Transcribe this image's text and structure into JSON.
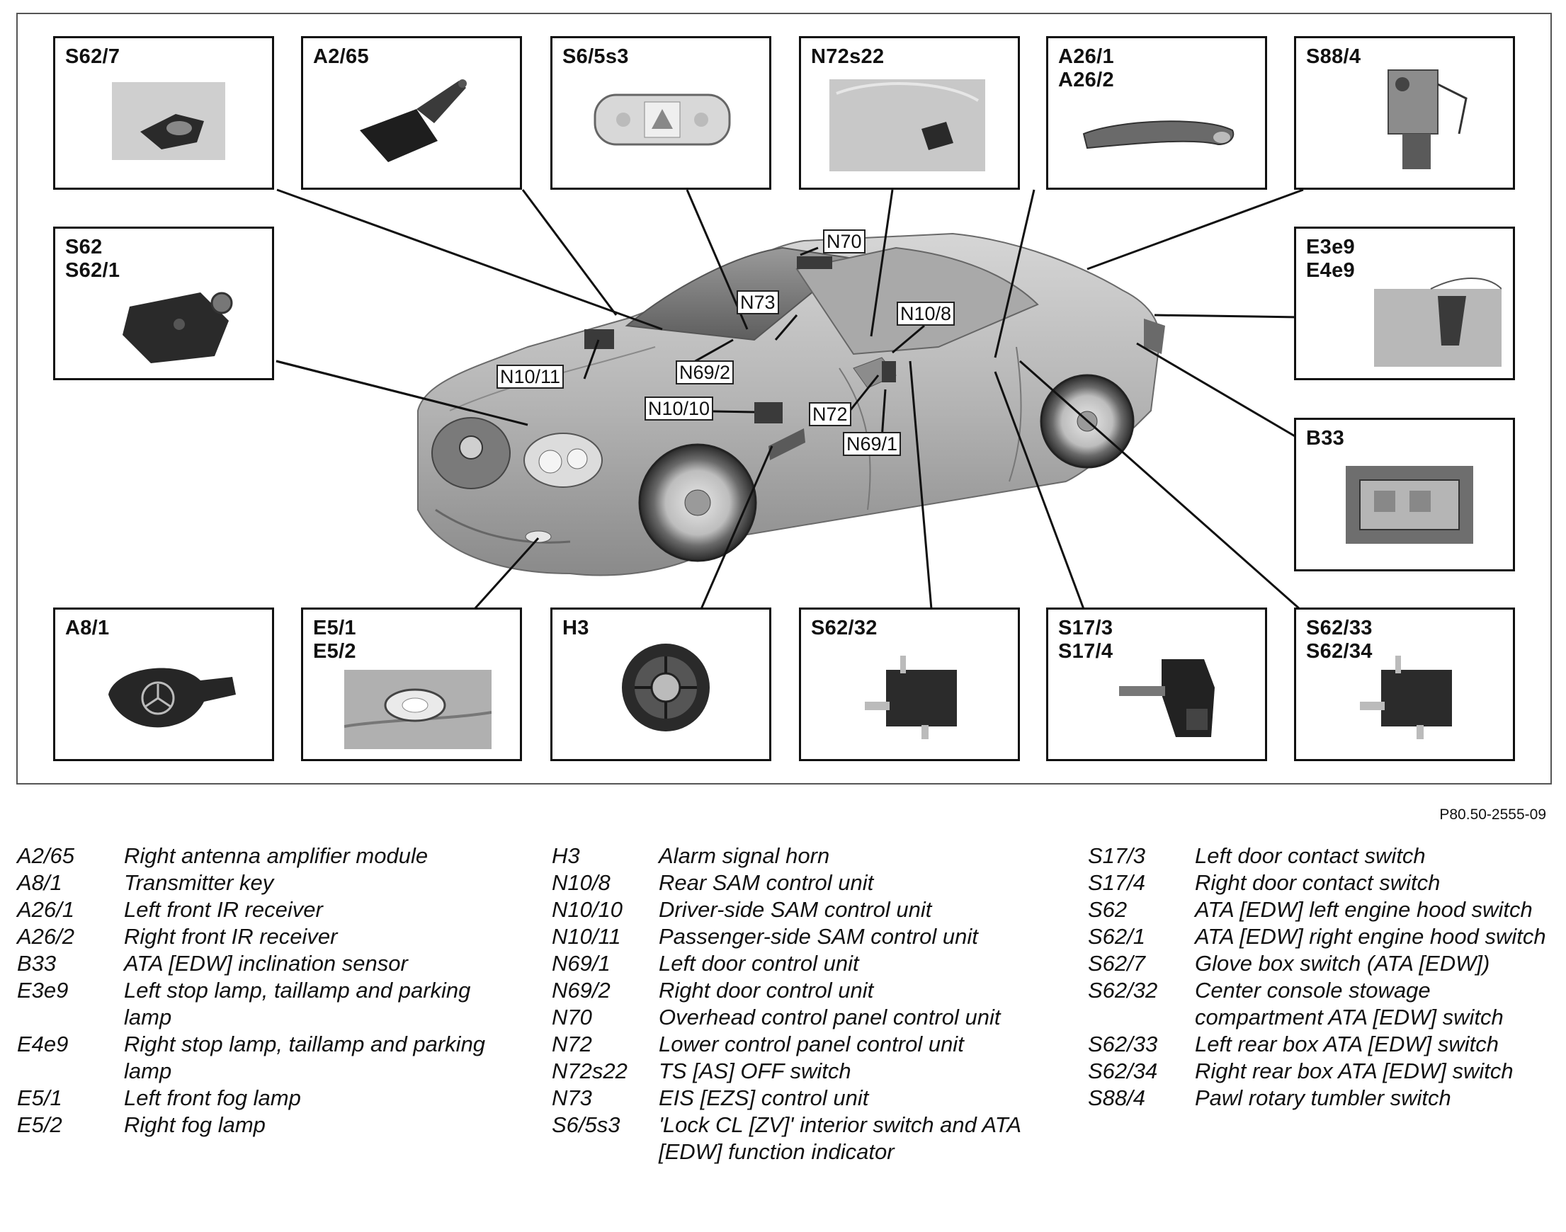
{
  "figure_ref": "P80.50-2555-09",
  "callout_boxes": [
    {
      "id": "S62/7",
      "label": "S62/7"
    },
    {
      "id": "A2/65",
      "label": "A2/65"
    },
    {
      "id": "S6/5s3",
      "label": "S6/5s3"
    },
    {
      "id": "N72s22",
      "label": "N72s22"
    },
    {
      "id": "A26",
      "label": "A26/1\nA26/2"
    },
    {
      "id": "S88/4",
      "label": "S88/4"
    },
    {
      "id": "S62",
      "label": "S62\nS62/1"
    },
    {
      "id": "E3e9",
      "label": "E3e9\nE4e9"
    },
    {
      "id": "B33",
      "label": "B33"
    },
    {
      "id": "A8/1",
      "label": "A8/1"
    },
    {
      "id": "E5",
      "label": "E5/1\nE5/2"
    },
    {
      "id": "H3",
      "label": "H3"
    },
    {
      "id": "S62/32",
      "label": "S62/32"
    },
    {
      "id": "S17",
      "label": "S17/3\nS17/4"
    },
    {
      "id": "S62/33",
      "label": "S62/33\nS62/34"
    }
  ],
  "part_tags": [
    "N70",
    "N73",
    "N10/8",
    "N10/11",
    "N69/2",
    "N10/10",
    "N72",
    "N69/1"
  ],
  "legend": [
    [
      {
        "code": "A2/65",
        "desc": "Right antenna amplifier module"
      },
      {
        "code": "A8/1",
        "desc": "Transmitter key"
      },
      {
        "code": "A26/1",
        "desc": "Left front IR receiver"
      },
      {
        "code": "A26/2",
        "desc": "Right front IR receiver"
      },
      {
        "code": "B33",
        "desc": "ATA [EDW] inclination sensor"
      },
      {
        "code": "E3e9",
        "desc": "Left stop lamp, taillamp and parking lamp"
      },
      {
        "code": "E4e9",
        "desc": "Right stop lamp, taillamp and parking lamp"
      },
      {
        "code": "E5/1",
        "desc": "Left front fog lamp"
      },
      {
        "code": "E5/2",
        "desc": "Right fog lamp"
      }
    ],
    [
      {
        "code": "H3",
        "desc": "Alarm signal horn"
      },
      {
        "code": "N10/8",
        "desc": "Rear SAM control unit"
      },
      {
        "code": "N10/10",
        "desc": "Driver-side SAM control unit"
      },
      {
        "code": "N10/11",
        "desc": "Passenger-side SAM control unit"
      },
      {
        "code": "N69/1",
        "desc": "Left door control unit"
      },
      {
        "code": "N69/2",
        "desc": "Right door control unit"
      },
      {
        "code": "N70",
        "desc": "Overhead control panel control unit"
      },
      {
        "code": "N72",
        "desc": "Lower control panel control unit"
      },
      {
        "code": "N72s22",
        "desc": "TS [AS] OFF switch"
      },
      {
        "code": "N73",
        "desc": "EIS [EZS] control unit"
      },
      {
        "code": "S6/5s3",
        "desc": "'Lock CL [ZV]' interior switch and ATA [EDW] function indicator"
      }
    ],
    [
      {
        "code": "S17/3",
        "desc": "Left door contact switch"
      },
      {
        "code": "S17/4",
        "desc": "Right door contact switch"
      },
      {
        "code": "S62",
        "desc": "ATA [EDW] left engine hood switch"
      },
      {
        "code": "S62/1",
        "desc": "ATA [EDW] right engine hood switch"
      },
      {
        "code": "S62/7",
        "desc": "Glove box switch (ATA [EDW])"
      },
      {
        "code": "S62/32",
        "desc": "Center console stowage compartment ATA [EDW] switch"
      },
      {
        "code": "S62/33",
        "desc": "Left rear box ATA [EDW] switch"
      },
      {
        "code": "S62/34",
        "desc": "Right rear box ATA [EDW] switch"
      },
      {
        "code": "S88/4",
        "desc": "Pawl rotary tumbler switch"
      }
    ]
  ]
}
